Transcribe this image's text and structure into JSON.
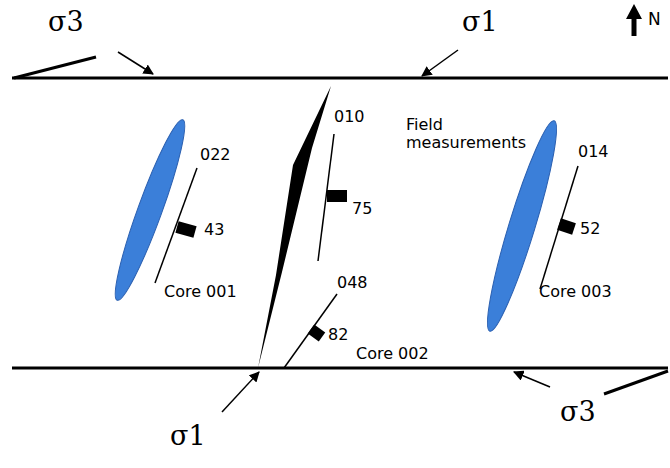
{
  "diagram": {
    "labels": [
      "σ3",
      "σ1",
      "N",
      "010",
      "Field measurements",
      "75",
      "022",
      "43",
      "Core 001",
      "014",
      "52",
      "Core 003",
      "048",
      "82",
      "Core 002",
      "σ1",
      "σ3"
    ]
  }
}
